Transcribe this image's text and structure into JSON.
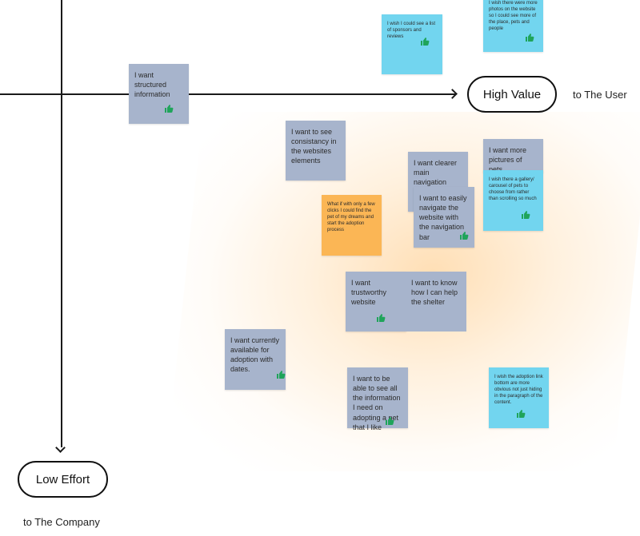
{
  "axes": {
    "x_pill": "High Value",
    "x_caption": "to The User",
    "y_pill": "Low Effort",
    "y_caption": "to The Company"
  },
  "notes": [
    {
      "id": "n1",
      "color": "blue",
      "text": "I wish there were more photos on the website so I could see more of the place, pets and people",
      "thumb": true
    },
    {
      "id": "n2",
      "color": "blue",
      "text": "I wish I could see a list of sponsors and reviews",
      "thumb": true
    },
    {
      "id": "n3",
      "color": "grey",
      "text": "I want structured information",
      "thumb": true
    },
    {
      "id": "n4",
      "color": "grey",
      "text": "I want to see consistancy in the websites elements",
      "thumb": false
    },
    {
      "id": "n5",
      "color": "grey",
      "text": "I want clearer main navigation",
      "thumb": false
    },
    {
      "id": "n6",
      "color": "grey",
      "text": "I want more pictures of pets",
      "thumb": false
    },
    {
      "id": "n7",
      "color": "blue",
      "text": "I wish there a gallery/ carousel of pets to choose from rather than scrolling so much",
      "thumb": true
    },
    {
      "id": "n8",
      "color": "grey",
      "text": "I want to easily navigate the website with the navigation bar",
      "thumb": true
    },
    {
      "id": "n9",
      "color": "orange",
      "text": "What if with only a few clicks I could find the pet of my dreams and start the adoption process",
      "thumb": false
    },
    {
      "id": "n10",
      "color": "grey",
      "text": "I want trustworthy website",
      "thumb": true
    },
    {
      "id": "n11",
      "color": "grey",
      "text": "I want to know how I can help the shelter",
      "thumb": false
    },
    {
      "id": "n12",
      "color": "grey",
      "text": "I want currently available for adoption with dates.",
      "thumb": true
    },
    {
      "id": "n13",
      "color": "grey",
      "text": "I want to be able to see all the information I need on adopting a pet that I like",
      "thumb": true
    },
    {
      "id": "n14",
      "color": "blue",
      "text": "I wish the adoption link bottom are more obvious not just hiding in the paragraph of the content.",
      "thumb": true
    }
  ],
  "colors": {
    "grey_note": "#a7b4cc",
    "blue_note": "#72d5ef",
    "orange_note": "#fbb655",
    "thumb_green": "#1fa45a"
  },
  "icons": {
    "thumb": "thumbs-up-icon"
  }
}
